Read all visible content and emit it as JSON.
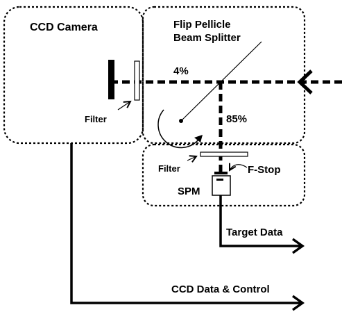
{
  "modules": {
    "ccd_camera": "CCD Camera",
    "splitter_title_line1": "Flip Pellicle",
    "splitter_title_line2": "Beam Splitter",
    "spm": "SPM"
  },
  "labels": {
    "split_reflect": "4%",
    "split_transmit": "85%",
    "filter_camera": "Filter",
    "filter_spm": "Filter",
    "fstop": "F-Stop"
  },
  "outputs": {
    "target_data": "Target Data",
    "ccd_data_control": "CCD Data & Control"
  },
  "colors": {
    "ink": "#000000",
    "background": "#ffffff"
  }
}
